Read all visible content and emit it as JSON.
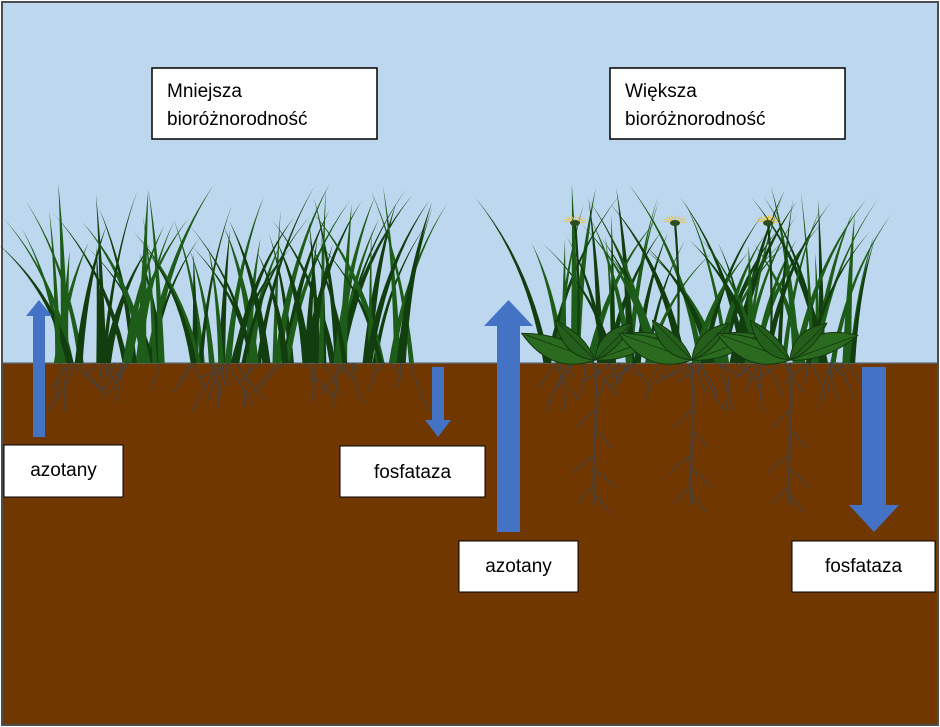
{
  "panels": {
    "left": {
      "title_line1": "Mniejsza",
      "title_line2": "bioróżnorodność",
      "label_up": "azotany",
      "label_down": "fosfataza"
    },
    "right": {
      "title_line1": "Większa",
      "title_line2": "bioróżnorodność",
      "label_up": "azotany",
      "label_down": "fosfataza"
    }
  },
  "colors": {
    "sky": "#bdd7ee",
    "soil": "#703800",
    "grass": "#1e5c1a",
    "grass_dark": "#123d0f",
    "leaf": "#2a6b1f",
    "root": "#4a4038",
    "arrow": "#4472c4",
    "flower": "#f2c12e"
  },
  "icons": {
    "grass": "grass-blade-icon",
    "flower": "flower-icon",
    "arrow_up": "arrow-up-icon",
    "arrow_down": "arrow-down-icon"
  }
}
